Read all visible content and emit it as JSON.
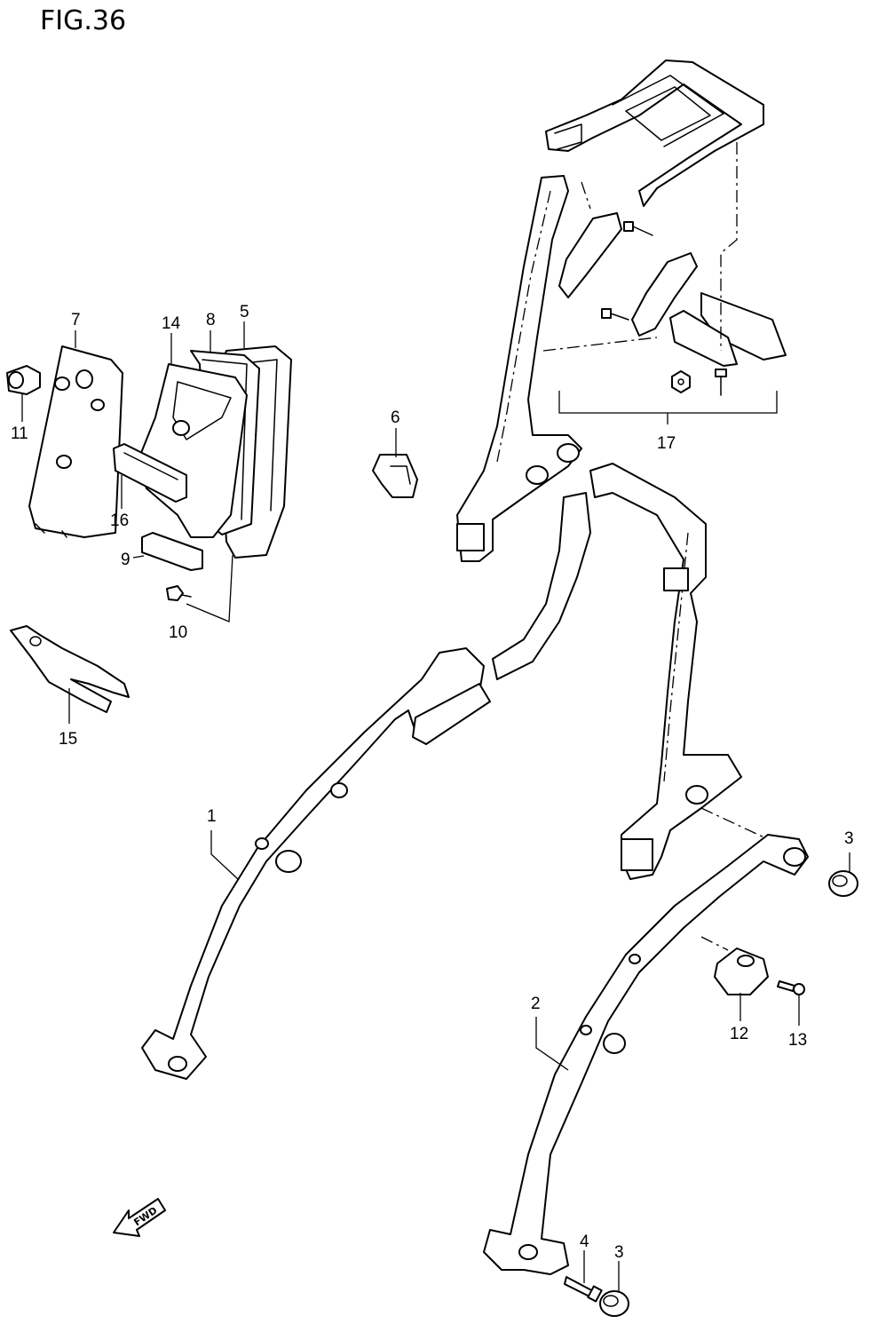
{
  "figure": {
    "title": "FIG.36"
  },
  "direction_arrow": {
    "label": "FWD"
  },
  "callouts": {
    "c1": "1",
    "c2": "2",
    "c3a": "3",
    "c3b": "3",
    "c4": "4",
    "c5": "5",
    "c6": "6",
    "c7": "7",
    "c8": "8",
    "c9": "9",
    "c10": "10",
    "c11": "11",
    "c12": "12",
    "c13": "13",
    "c14": "14",
    "c15": "15",
    "c16": "16",
    "c17": "17"
  }
}
